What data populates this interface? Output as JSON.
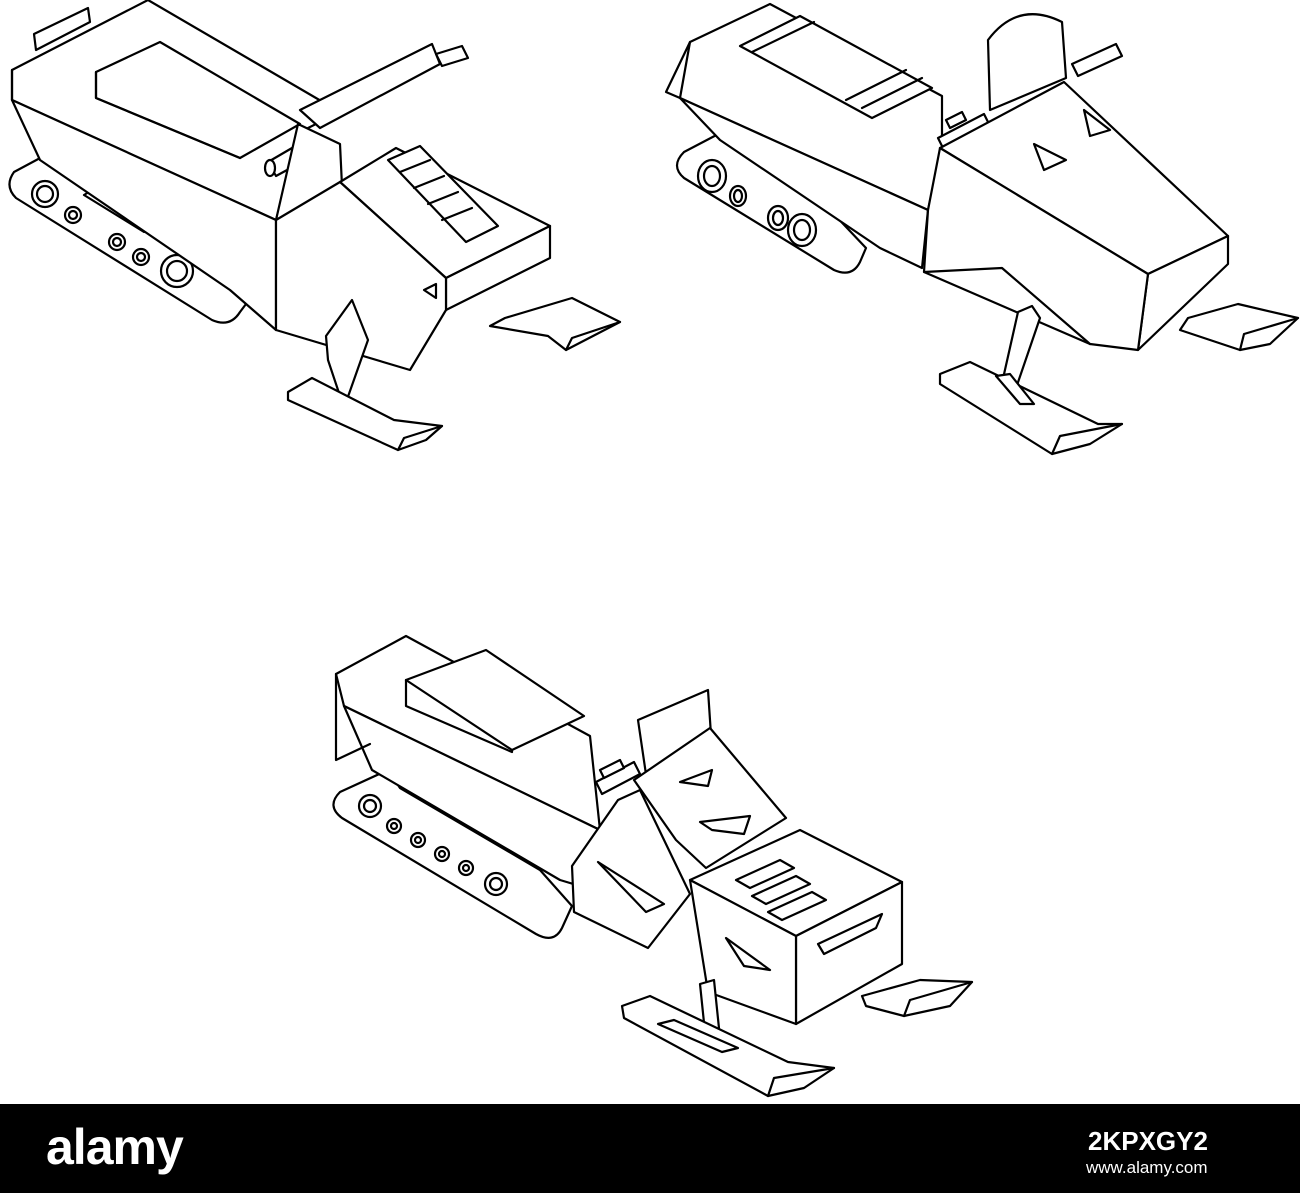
{
  "illustration": {
    "style": "isometric black outline line art on white background",
    "subjects": [
      "snowmobile-top-left",
      "snowmobile-top-right",
      "snowmobile-bottom-center"
    ]
  },
  "watermark": {
    "brand": "alamy",
    "image_id": "2KPXGY2",
    "url": "www.alamy.com"
  },
  "colors": {
    "background": "#ffffff",
    "line": "#000000",
    "footer_bg": "#000000",
    "footer_text": "#ffffff"
  }
}
